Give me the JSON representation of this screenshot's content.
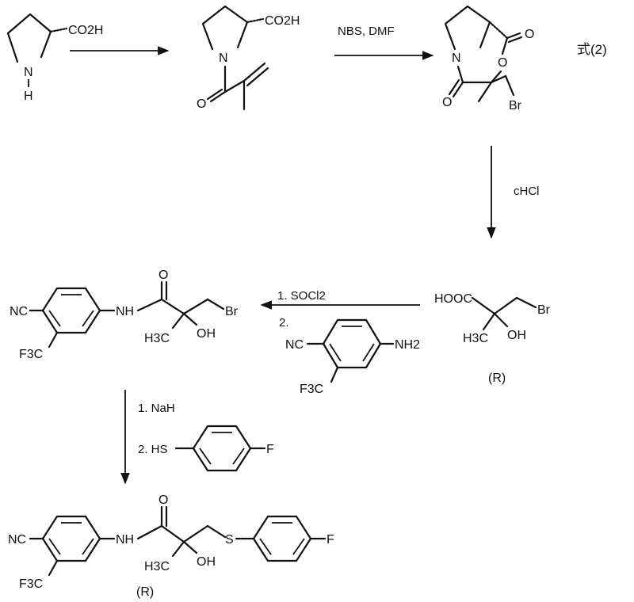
{
  "scheme_label": "式(2)",
  "structures": {
    "proline": {
      "co2h": "CO2H",
      "n": "N",
      "h": "H"
    },
    "acryloyl": {
      "co2h": "CO2H",
      "n": "N",
      "o": "O"
    },
    "bromolactone": {
      "n": "N",
      "o_ring": "O",
      "o_exo": "O",
      "o_amide": "O",
      "br": "Br"
    },
    "acid": {
      "hooc": "HOOC",
      "br": "Br",
      "h3c": "H3C",
      "oh": "OH",
      "stereo": "(R)"
    },
    "bromoamide": {
      "nc": "NC",
      "f3c": "F3C",
      "nh": "NH",
      "o": "O",
      "h3c": "H3C",
      "oh": "OH",
      "br": "Br"
    },
    "aniline": {
      "nc": "NC",
      "nh2": "NH2",
      "f3c": "F3C"
    },
    "product": {
      "nc": "NC",
      "f3c": "F3C",
      "nh": "NH",
      "o": "O",
      "h3c": "H3C",
      "oh": "OH",
      "s": "S",
      "f": "F",
      "stereo": "(R)"
    }
  },
  "conditions": {
    "step2": "NBS, DMF",
    "step3": "cHCl",
    "step4_1": "1. SOCl2",
    "step4_2": "2.",
    "step5_1": "1. NaH",
    "step5_2": "2. HS",
    "thiol_f": "F"
  }
}
